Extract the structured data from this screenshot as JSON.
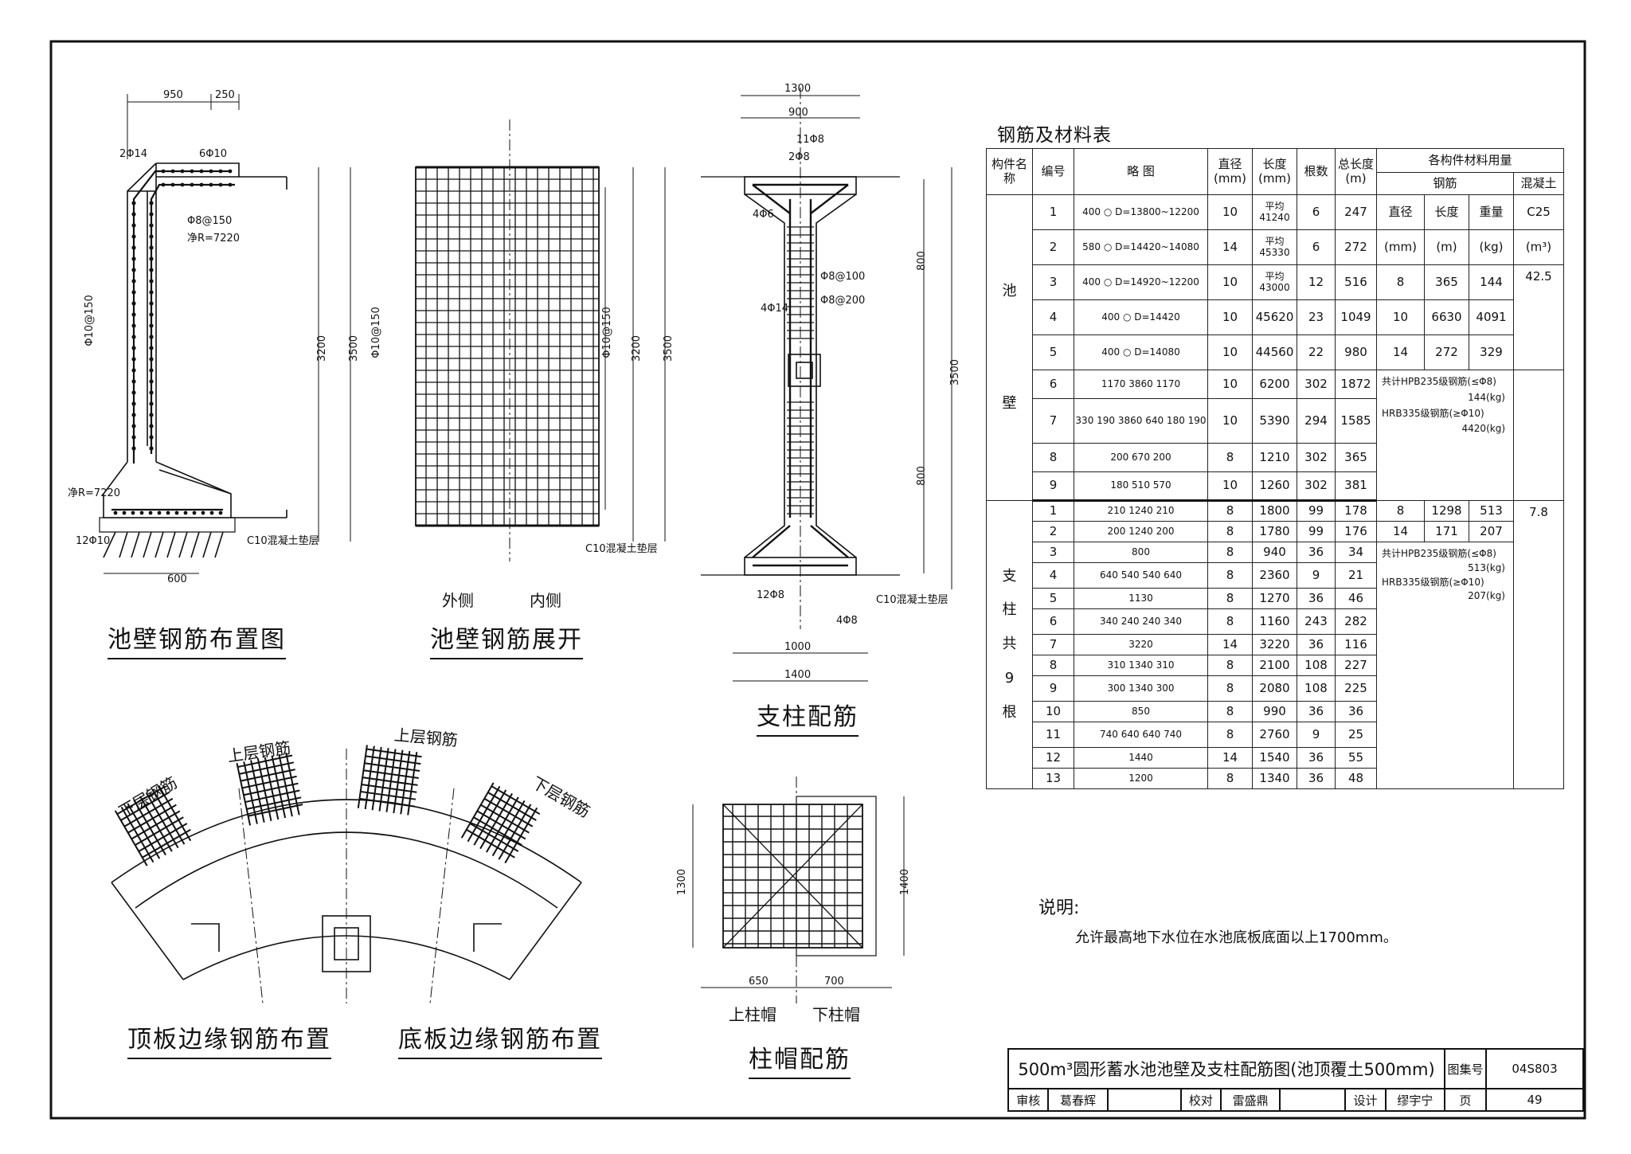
{
  "captions": {
    "wall_layout": "池壁钢筋布置图",
    "wall_unfold": "池壁钢筋展开",
    "column": "支柱配筋",
    "top_slab": "顶板边缘钢筋布置",
    "bottom_slab": "底板边缘钢筋布置",
    "cap": "柱帽配筋"
  },
  "labels": {
    "outside": "外侧",
    "inside": "内侧",
    "upper_cap": "上柱帽",
    "lower_cap": "下柱帽",
    "upper_bar": "上层钢筋",
    "lower_bar": "下层钢筋",
    "cushion": "C10混凝土垫层",
    "dim_950": "950",
    "dim_250": "250",
    "dim_3200": "3200",
    "dim_3500": "3500",
    "dim_1300": "1300",
    "dim_900": "900",
    "dim_1400": "1400",
    "dim_1000": "1000",
    "dim_800": "800",
    "dim_650": "650",
    "dim_700": "700",
    "dim_600": "600",
    "phi10_150": "Φ10@150",
    "phi8_150": "Φ8@150",
    "phi8_100": "Φ8@100",
    "phi8_200": "Φ8@200",
    "r7220": "净R=7220",
    "phi_4_14": "4Φ14",
    "phi_12_8": "12Φ8",
    "phi_11_8": "11Φ8",
    "phi_2_8": "2Φ8",
    "phi_6_10": "6Φ10",
    "phi_2_14": "2Φ14",
    "phi_12_10": "12Φ10",
    "phi_4_8": "4Φ8",
    "phi_4_6": "4Φ6"
  },
  "table": {
    "title": "钢筋及材料表",
    "headers": {
      "component": "构件名称",
      "number": "编号",
      "sketch": "略 图",
      "diameter": "直径(mm)",
      "length": "长度(mm)",
      "count": "根数",
      "total": "总长度(m)",
      "usage": "各构件材料用量",
      "steel": "钢筋",
      "concrete": "混凝土",
      "u_dia": "直径",
      "u_len": "长度",
      "u_wt": "重量",
      "u_dia_unit": "(mm)",
      "u_len_unit": "(m)",
      "u_wt_unit": "(kg)",
      "c25": "C25",
      "m3": "(m³)"
    },
    "wall_name": [
      "池",
      "壁"
    ],
    "column_name": [
      "支",
      "柱",
      "共",
      "9",
      "根"
    ],
    "wall_rows": [
      {
        "no": "1",
        "sketch": "400 ○ D=13800~12200",
        "d": "10",
        "len": "平均41240",
        "n": "6",
        "tot": "247"
      },
      {
        "no": "2",
        "sketch": "580 ○ D=14420~14080",
        "d": "14",
        "len": "平均45330",
        "n": "6",
        "tot": "272"
      },
      {
        "no": "3",
        "sketch": "400 ○ D=14920~12200",
        "d": "10",
        "len": "平均43000",
        "n": "12",
        "tot": "516"
      },
      {
        "no": "4",
        "sketch": "400 ○ D=14420",
        "d": "10",
        "len": "45620",
        "n": "23",
        "tot": "1049"
      },
      {
        "no": "5",
        "sketch": "400 ○ D=14080",
        "d": "10",
        "len": "44560",
        "n": "22",
        "tot": "980"
      },
      {
        "no": "6",
        "sketch": "1170 3860 1170",
        "d": "10",
        "len": "6200",
        "n": "302",
        "tot": "1872"
      },
      {
        "no": "7",
        "sketch": "330 190 3860 640 180 190",
        "d": "10",
        "len": "5390",
        "n": "294",
        "tot": "1585"
      },
      {
        "no": "8",
        "sketch": "200 670 200",
        "d": "8",
        "len": "1210",
        "n": "302",
        "tot": "365"
      },
      {
        "no": "9",
        "sketch": "180 510 570",
        "d": "10",
        "len": "1260",
        "n": "302",
        "tot": "381"
      }
    ],
    "wall_usage": [
      {
        "d": "8",
        "len": "365",
        "wt": "144",
        "c": "42.5"
      },
      {
        "d": "10",
        "len": "6630",
        "wt": "4091"
      },
      {
        "d": "14",
        "len": "272",
        "wt": "329"
      }
    ],
    "wall_total": [
      "共计HPB235级钢筋(≤Φ8)",
      "144(kg)",
      "HRB335级钢筋(≥Φ10)",
      "4420(kg)"
    ],
    "column_rows": [
      {
        "no": "1",
        "sketch": "210 1240 210",
        "d": "8",
        "len": "1800",
        "n": "99",
        "tot": "178"
      },
      {
        "no": "2",
        "sketch": "200 1240 200",
        "d": "8",
        "len": "1780",
        "n": "99",
        "tot": "176"
      },
      {
        "no": "3",
        "sketch": "800",
        "d": "8",
        "len": "940",
        "n": "36",
        "tot": "34"
      },
      {
        "no": "4",
        "sketch": "640 540 540 640",
        "d": "8",
        "len": "2360",
        "n": "9",
        "tot": "21"
      },
      {
        "no": "5",
        "sketch": "1130",
        "d": "8",
        "len": "1270",
        "n": "36",
        "tot": "46"
      },
      {
        "no": "6",
        "sketch": "340 240 240 340",
        "d": "8",
        "len": "1160",
        "n": "243",
        "tot": "282"
      },
      {
        "no": "7",
        "sketch": "3220",
        "d": "14",
        "len": "3220",
        "n": "36",
        "tot": "116"
      },
      {
        "no": "8",
        "sketch": "310 1340 310",
        "d": "8",
        "len": "2100",
        "n": "108",
        "tot": "227"
      },
      {
        "no": "9",
        "sketch": "300 1340 300",
        "d": "8",
        "len": "2080",
        "n": "108",
        "tot": "225"
      },
      {
        "no": "10",
        "sketch": "850",
        "d": "8",
        "len": "990",
        "n": "36",
        "tot": "36"
      },
      {
        "no": "11",
        "sketch": "740 640 640 740",
        "d": "8",
        "len": "2760",
        "n": "9",
        "tot": "25"
      },
      {
        "no": "12",
        "sketch": "1440",
        "d": "14",
        "len": "1540",
        "n": "36",
        "tot": "55"
      },
      {
        "no": "13",
        "sketch": "1200",
        "d": "8",
        "len": "1340",
        "n": "36",
        "tot": "48"
      }
    ],
    "column_usage": [
      {
        "d": "8",
        "len": "1298",
        "wt": "513",
        "c": "7.8"
      },
      {
        "d": "14",
        "len": "171",
        "wt": "207"
      }
    ],
    "column_total": [
      "共计HPB235级钢筋(≤Φ8)",
      "513(kg)",
      "HRB335级钢筋(≥Φ10)",
      "207(kg)"
    ]
  },
  "notes": {
    "heading": "说明:",
    "text": "允许最高地下水位在水池底板底面以上1700mm。"
  },
  "title_block": {
    "title": "500m³圆形蓄水池池壁及支柱配筋图(池顶覆土500mm)",
    "atlas_label": "图集号",
    "atlas_no": "04S803",
    "review": "审核",
    "reviewer": "葛春辉",
    "check": "校对",
    "checker": "雷盛鼎",
    "design": "设计",
    "designer": "缪宇宁",
    "page_label": "页",
    "page_no": "49"
  }
}
